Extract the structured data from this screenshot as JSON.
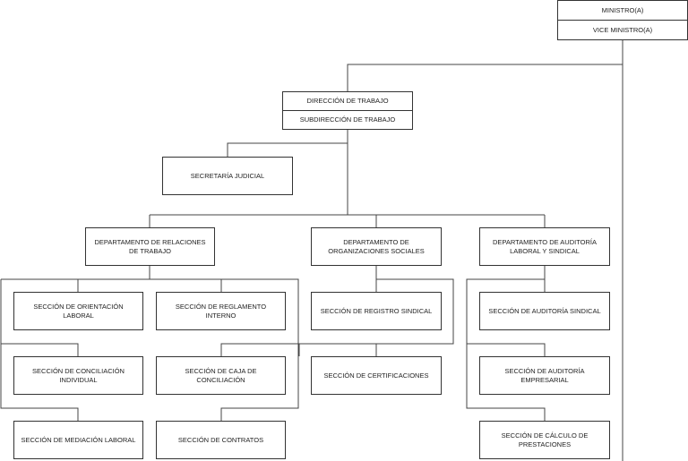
{
  "top": {
    "line1": "MINISTRO(A)",
    "line2": "VICE MINISTRO(A)"
  },
  "direccion": {
    "line1": "DIRECCIÓN DE TRABAJO",
    "line2": "SUBDIRECCIÓN DE TRABAJO"
  },
  "secretaria": "SECRETARÍA JUDICIAL",
  "departamentos": {
    "relaciones": "DEPARTAMENTO DE RELACIONES DE TRABAJO",
    "organizaciones": "DEPARTAMENTO DE ORGANIZACIONES SOCIALES",
    "auditoria": "DEPARTAMENTO DE AUDITORÍA LABORAL Y SINDICAL"
  },
  "secciones": {
    "orientacion": "SECCIÓN DE ORIENTACIÓN LABORAL",
    "conciliacion": "SECCIÓN DE CONCILIACIÓN INDIVIDUAL",
    "mediacion": "SECCIÓN DE MEDIACIÓN LABORAL",
    "reglamento": "SECCIÓN DE REGLAMENTO INTERNO",
    "caja": "SECCIÓN DE CAJA DE CONCILIACIÓN",
    "contratos": "SECCIÓN DE CONTRATOS",
    "registro": "SECCIÓN DE REGISTRO SINDICAL",
    "certificaciones": "SECCIÓN DE CERTIFICACIONES",
    "aud_sindical": "SECCIÓN DE AUDITORÍA SINDICAL",
    "aud_empresarial": "SECCIÓN DE AUDITORÍA EMPRESARIAL",
    "calculo": "SECCIÓN DE CÁLCULO DE PRESTACIONES"
  }
}
